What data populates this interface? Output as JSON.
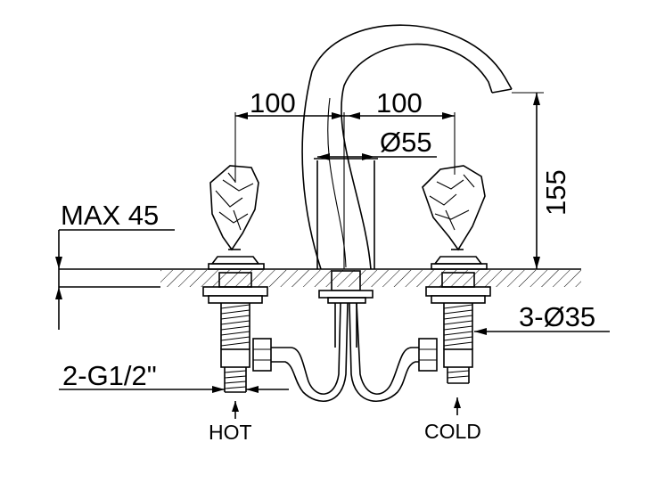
{
  "dimensions": {
    "left_spacing": "100",
    "right_spacing": "100",
    "spout_diameter": "Ø55",
    "spout_height": "155",
    "max_thickness": "MAX 45",
    "hole_diameter": "3-Ø35",
    "connection": "2-G1/2\""
  },
  "labels": {
    "hot": "HOT",
    "cold": "COLD"
  }
}
